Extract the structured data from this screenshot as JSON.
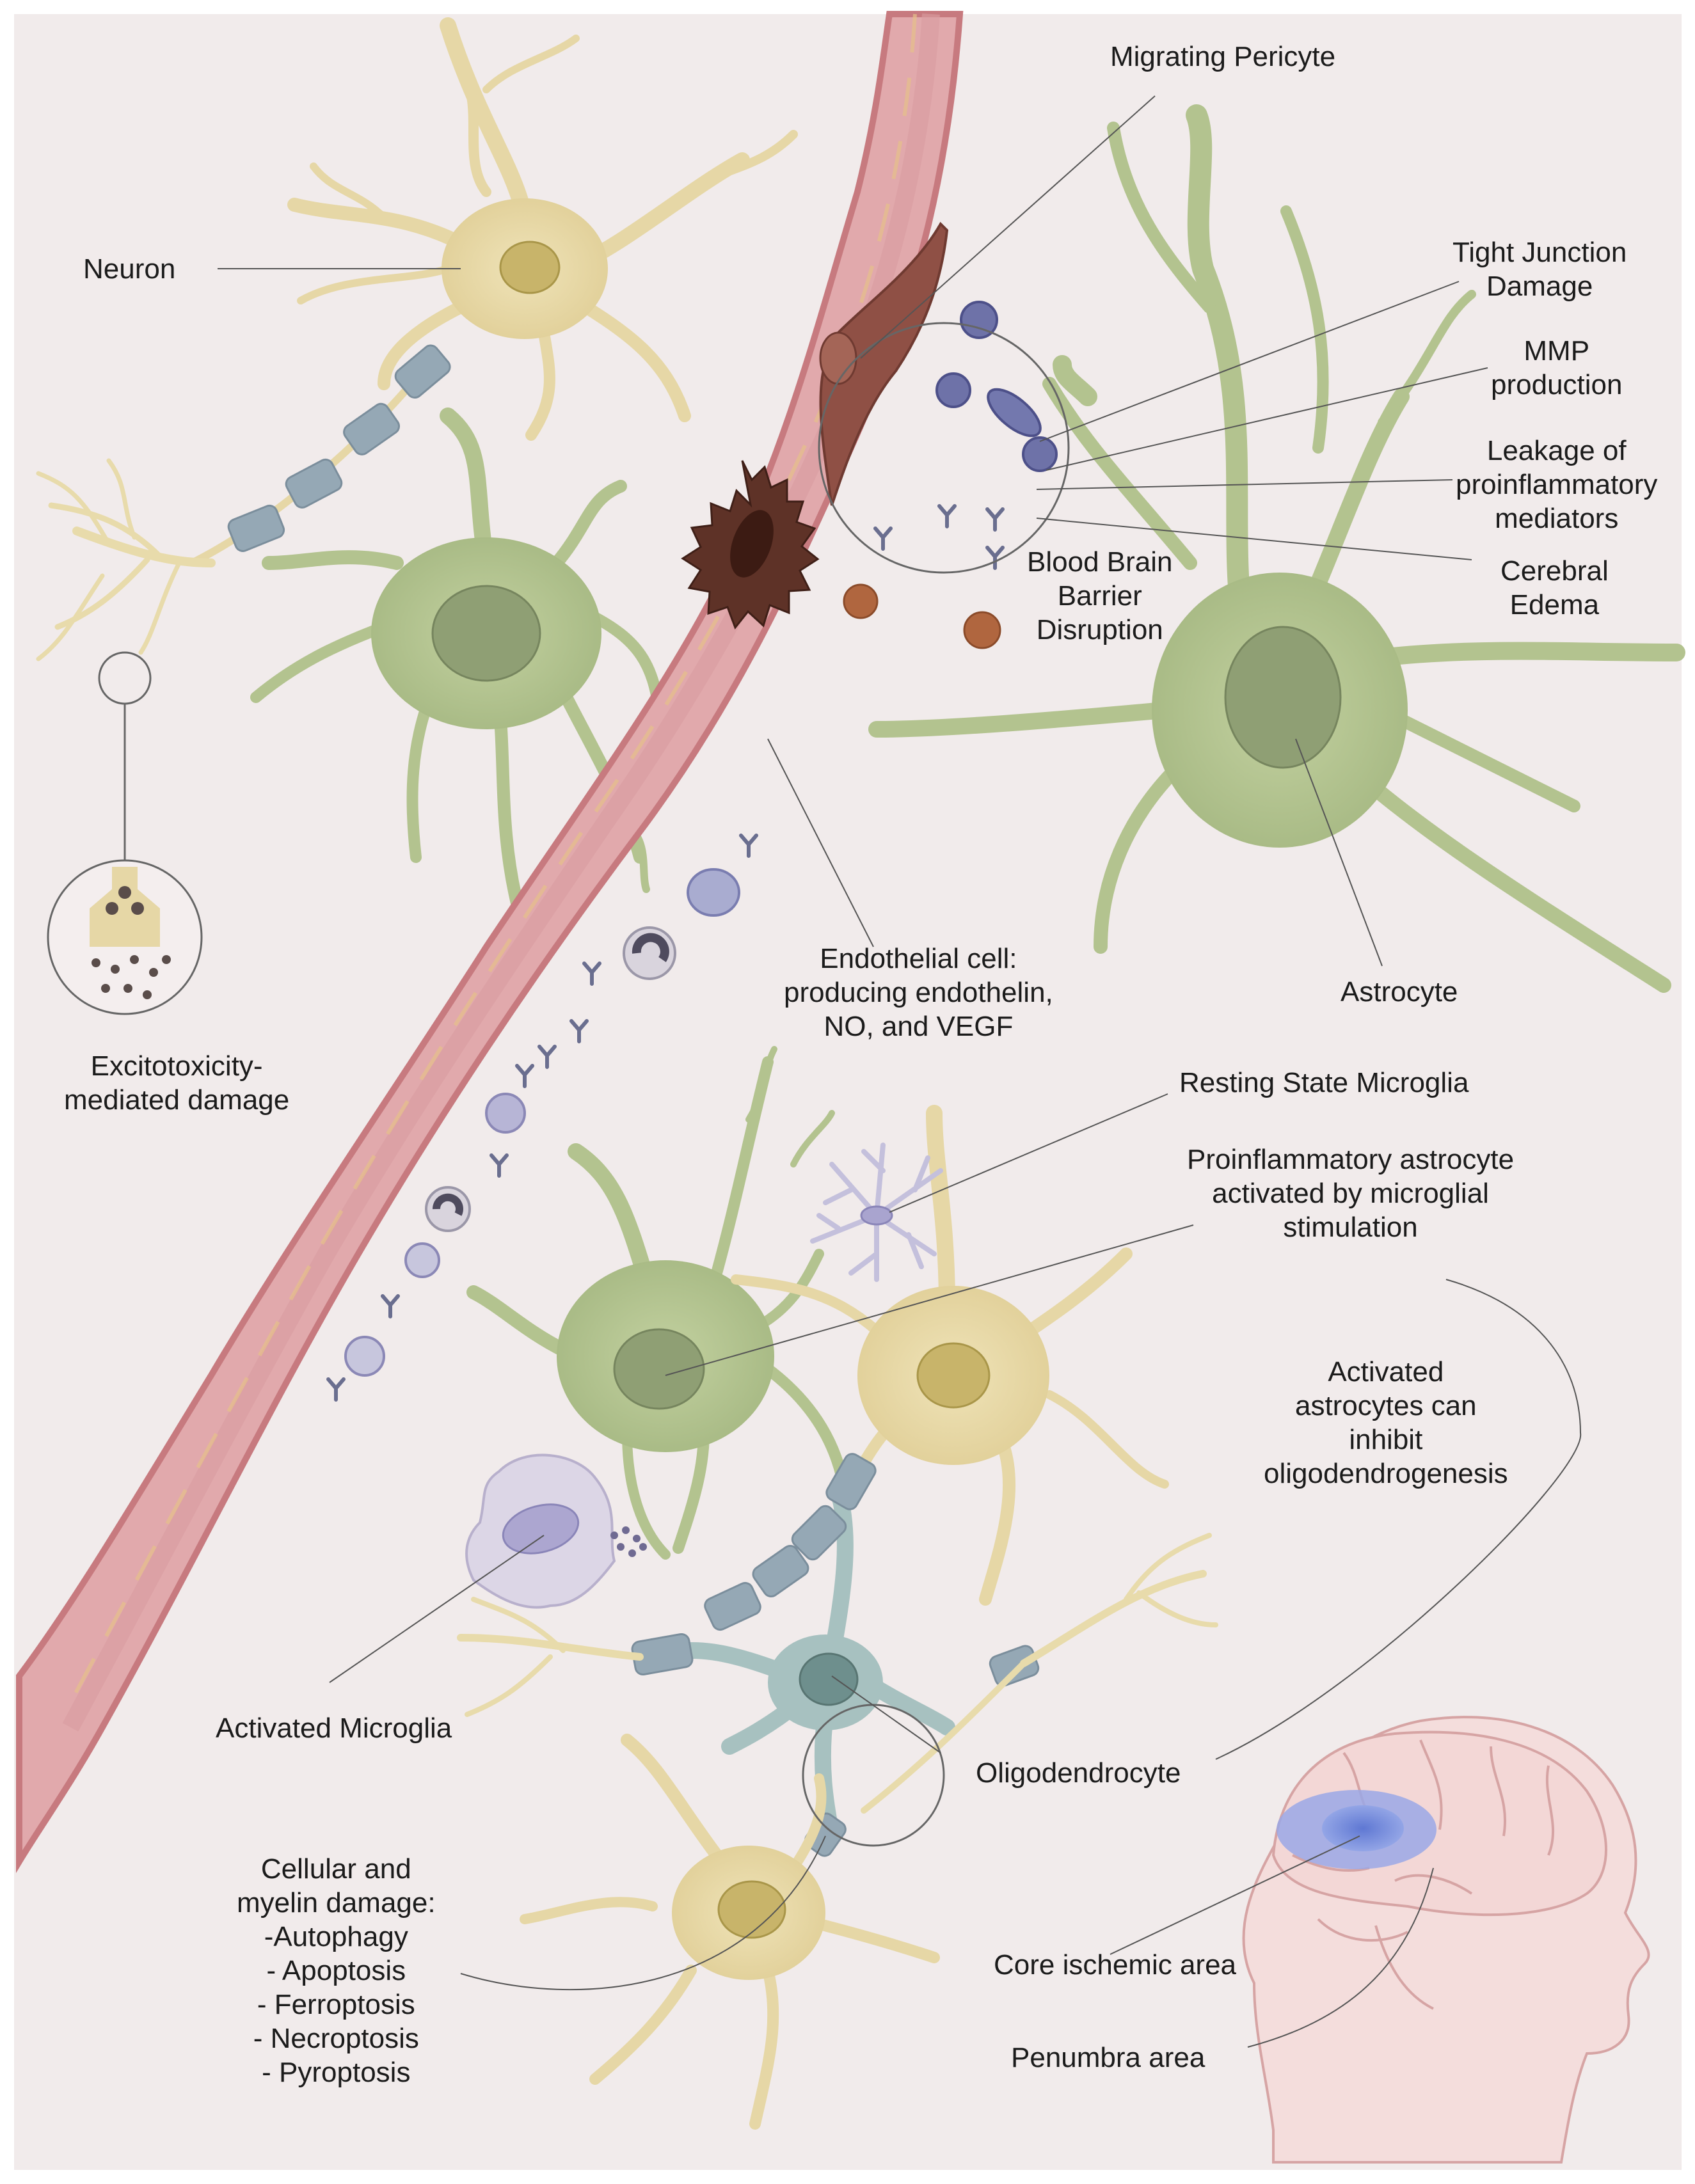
{
  "colors": {
    "background": "#f1ebeb",
    "neuron": "#e6d7a6",
    "astrocyte": "#b3c38f",
    "vessel": "#e1a9ac",
    "vessel_wall": "#c77a7f",
    "oligodendrocyte": "#a7c1c0",
    "myelin": "#95a8b5",
    "microglia_resting": "#c4c0dc",
    "microglia_activated": "#dcd6e6",
    "pericyte": "#8f5045",
    "necrotic_cell": "#5e3227",
    "ischemic_core": "#7f94dd",
    "brain_outline": "#d6a4a4"
  },
  "labels": {
    "neuron": "Neuron",
    "migrating_pericyte": "Migrating Pericyte",
    "tight_junction_damage": [
      "Tight Junction",
      "Damage"
    ],
    "mmp_production": [
      "MMP",
      "production"
    ],
    "leakage": [
      "Leakage of",
      "proinflammatory",
      "mediators"
    ],
    "cerebral_edema": [
      "Cerebral",
      "Edema"
    ],
    "bbb_disruption": [
      "Blood Brain",
      "Barrier",
      "Disruption"
    ],
    "endothelial_cell": [
      "Endothelial cell:",
      "producing endothelin,",
      "NO, and VEGF"
    ],
    "astrocyte": "Astrocyte",
    "excitotoxicity": [
      "Excitotoxicity-",
      "mediated damage"
    ],
    "resting_microglia": "Resting State Microglia",
    "proinflammatory_astrocyte": [
      "Proinflammatory astrocyte",
      "activated by microglial",
      "stimulation"
    ],
    "activated_astrocytes": [
      "Activated",
      "astrocytes can",
      "inhibit",
      "oligodendrogenesis"
    ],
    "activated_microglia": "Activated Microglia",
    "oligodendrocyte": "Oligodendrocyte",
    "cellular_damage": [
      "Cellular and",
      "myelin damage:",
      "-Autophagy",
      "- Apoptosis",
      "- Ferroptosis",
      "- Necroptosis",
      "- Pyroptosis"
    ],
    "core_ischemic_area": "Core ischemic area",
    "penumbra_area": "Penumbra area"
  }
}
